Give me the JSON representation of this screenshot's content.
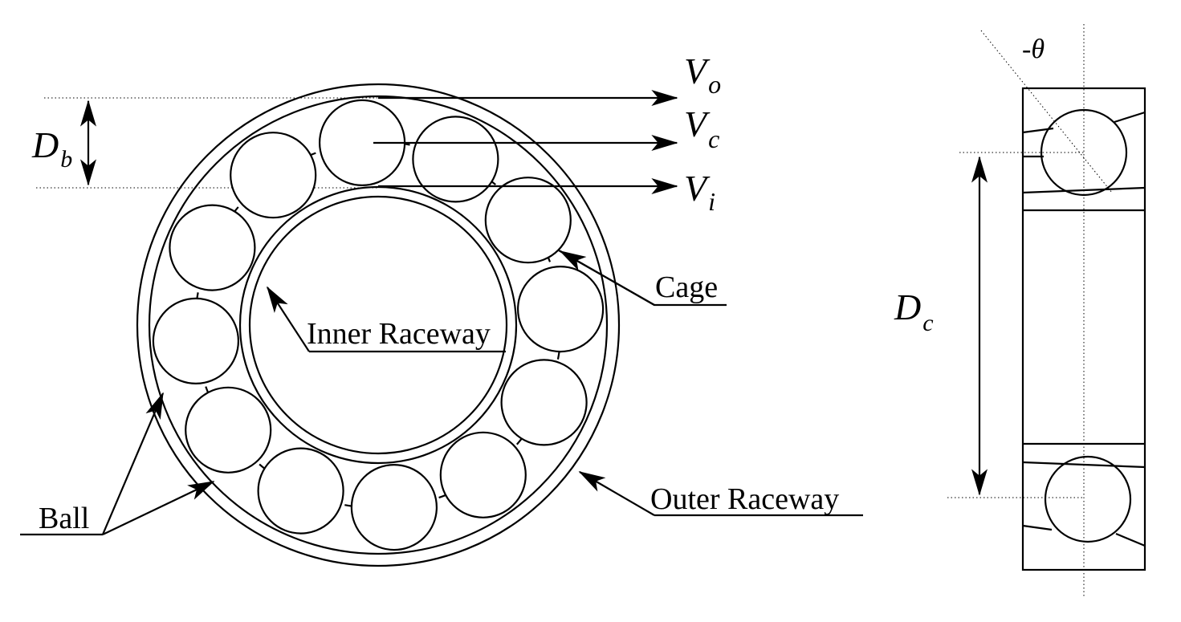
{
  "front_view": {
    "labels": {
      "cage": "Cage",
      "inner_raceway": "Inner Raceway",
      "outer_raceway": "Outer Raceway",
      "ball": "Ball"
    },
    "velocities": [
      {
        "symbol": "V",
        "subscript": "o"
      },
      {
        "symbol": "V",
        "subscript": "c"
      },
      {
        "symbol": "V",
        "subscript": "i"
      }
    ],
    "ball_diameter": {
      "symbol": "D",
      "subscript": "b"
    },
    "ball_count": 12
  },
  "side_view": {
    "contact_angle": "-θ",
    "pitch_diameter": {
      "symbol": "D",
      "subscript": "c"
    }
  }
}
